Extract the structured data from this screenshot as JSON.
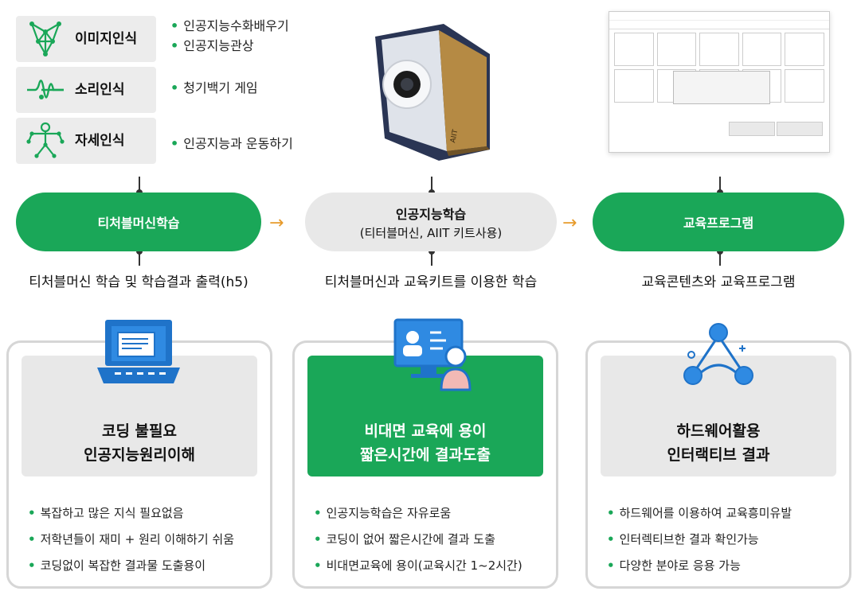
{
  "recognition": [
    {
      "label": "이미지인식",
      "icon": "image-recognition-icon",
      "bullets": [
        "인공지능수화배우기",
        "인공지능관상"
      ]
    },
    {
      "label": "소리인식",
      "icon": "sound-recognition-icon",
      "bullets": [
        "청기백기 게임"
      ]
    },
    {
      "label": "자세인식",
      "icon": "pose-recognition-icon",
      "bullets": [
        "인공지능과 운동하기"
      ]
    }
  ],
  "flow": [
    {
      "title": "티처블머신학습",
      "subtitle": "",
      "caption": "티처블머신 학습 및 학습결과 출력(h5)"
    },
    {
      "title": "인공지능학습",
      "subtitle": "(티터블머신, AIIT 키트사용)",
      "caption": "티처블머신과 교육키트를 이용한 학습"
    },
    {
      "title": "교육프로그램",
      "subtitle": "",
      "caption": "교육콘텐츠와 교육프로그램"
    }
  ],
  "device_label": "AIIT",
  "cards": [
    {
      "title_line1": "코딩 불필요",
      "title_line2": "인공지능원리이해",
      "icon": "laptop-code-icon",
      "bullets": [
        "복잡하고 많은 지식 필요없음",
        "저학년들이 재미 + 원리 이해하기 쉬움",
        "코딩없이 복잡한 결과물 도출용이"
      ]
    },
    {
      "title_line1": "비대면 교육에 용이",
      "title_line2": "짧은시간에 결과도출",
      "icon": "remote-learning-icon",
      "bullets": [
        "인공지능학습은 자유로움",
        "코딩이 없어 짧은시간에 결과 도출",
        "비대면교육에 용이(교육시간 1~2시간)"
      ]
    },
    {
      "title_line1": "하드웨어활용",
      "title_line2": "인터랙티브 결과",
      "icon": "network-nodes-icon",
      "bullets": [
        "하드웨어를 이용하여 교육흥미유발",
        "인터렉티브한 결과 확인가능",
        "다양한 분야로 응용 가능"
      ]
    }
  ],
  "colors": {
    "accent": "#1aa758",
    "arrow": "#e79a2a",
    "gray": "#e8e8e8"
  }
}
